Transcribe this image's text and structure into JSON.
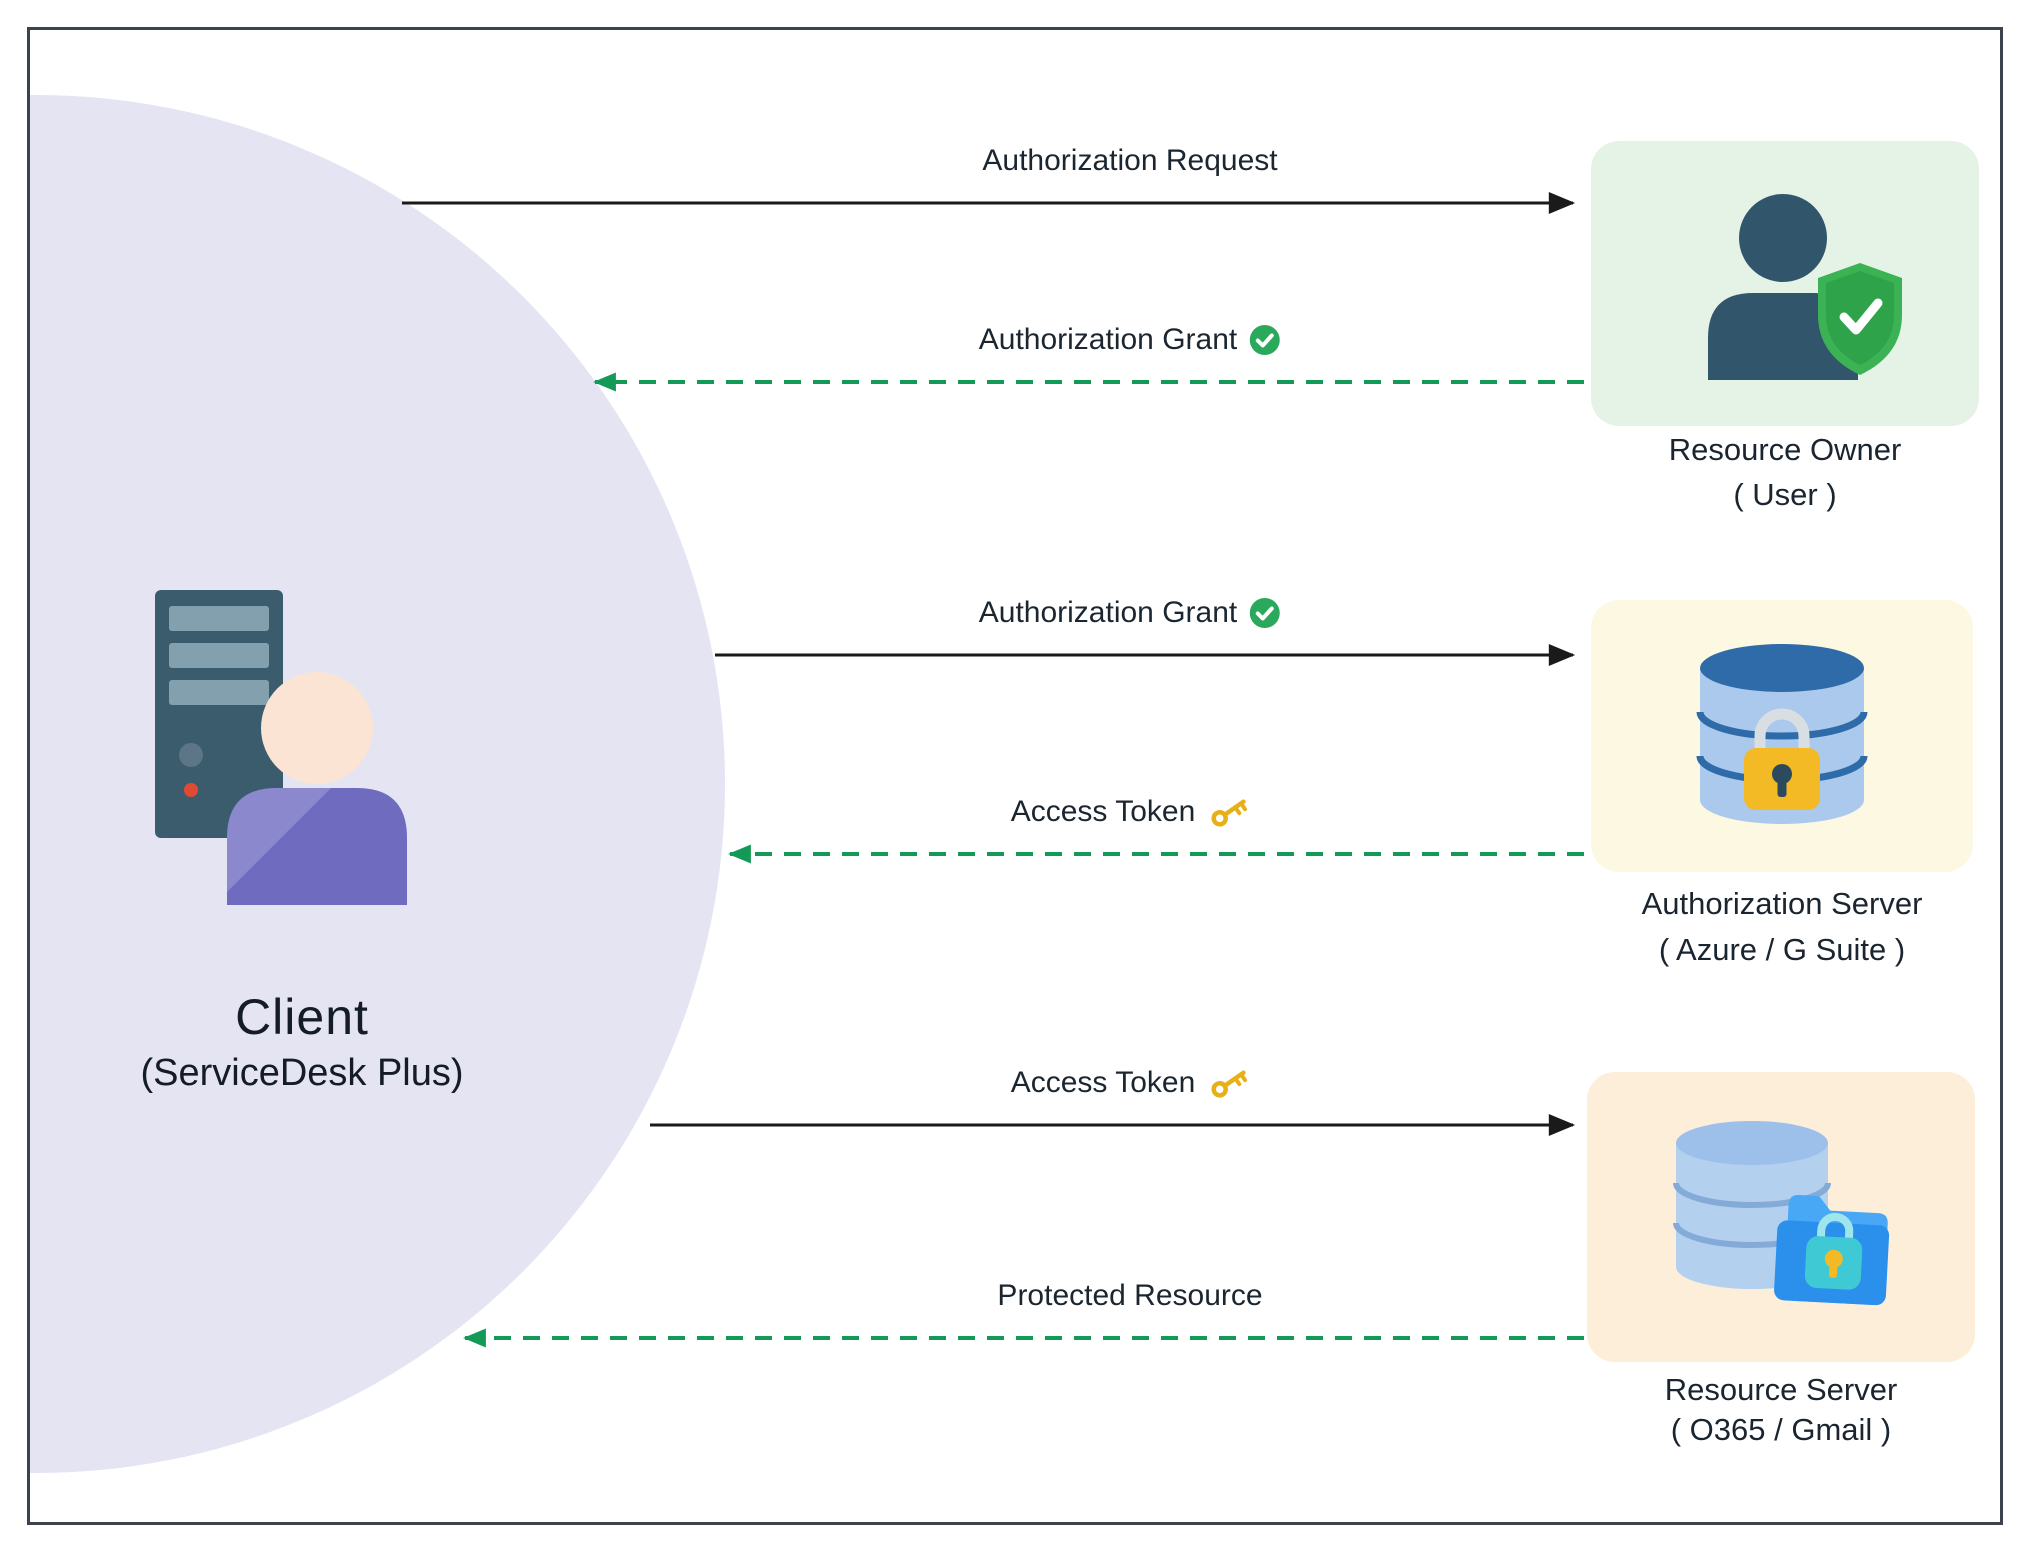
{
  "client": {
    "title": "Client",
    "subtitle": "(ServiceDesk Plus)"
  },
  "entities": [
    {
      "label": "Resource Owner",
      "sublabel": "( User )"
    },
    {
      "label": "Authorization Server",
      "sublabel": "( Azure / G Suite )"
    },
    {
      "label": "Resource Server",
      "sublabel": "( O365 / Gmail )"
    }
  ],
  "arrows": [
    {
      "label": "Authorization Request",
      "style": "solid",
      "direction": "client-to-resource-owner",
      "badge": "none"
    },
    {
      "label": "Authorization Grant",
      "style": "dashed",
      "direction": "resource-owner-to-client",
      "badge": "check"
    },
    {
      "label": "Authorization Grant",
      "style": "solid",
      "direction": "client-to-authorization-server",
      "badge": "check"
    },
    {
      "label": "Access Token",
      "style": "dashed",
      "direction": "authorization-server-to-client",
      "badge": "key"
    },
    {
      "label": "Access Token",
      "style": "solid",
      "direction": "client-to-resource-server",
      "badge": "key"
    },
    {
      "label": "Protected Resource",
      "style": "dashed",
      "direction": "resource-server-to-client",
      "badge": "none"
    }
  ],
  "icons": {
    "grant_badge": "check-circle-icon",
    "token_badge": "key-icon",
    "client": "server-tower-and-user-icon",
    "resource_owner": "user-silhouette-shield-check-icon",
    "authorization_server": "database-padlock-icon",
    "resource_server": "database-folder-padlock-icon"
  },
  "colors": {
    "solid_arrow": "#1a1a1a",
    "dashed_arrow": "#149a57",
    "check_badge": "#2aa95c",
    "key_badge": "#e8b017",
    "client_circle": "#e4e4f3",
    "resource_owner_box": "#e5f2e6",
    "authorization_server_box": "#fcf8e1",
    "resource_server_box": "#fdeeda",
    "frame_border": "#3c434c"
  }
}
